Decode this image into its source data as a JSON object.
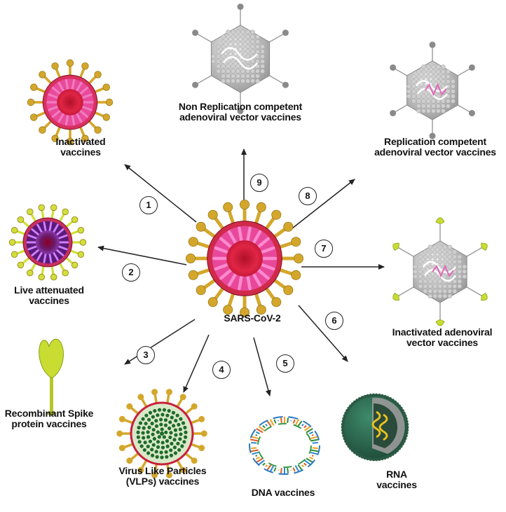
{
  "center_label": "SARS-CoV-2",
  "vaccines": [
    {
      "num": "1",
      "lines": [
        "Inactivated",
        "vaccines"
      ]
    },
    {
      "num": "2",
      "lines": [
        "Live attenuated",
        "vaccines"
      ]
    },
    {
      "num": "3",
      "lines": [
        "Recombinant Spike",
        "protein vaccines"
      ]
    },
    {
      "num": "4",
      "lines": [
        "Virus Like Particles",
        "(VLPs) vaccines"
      ]
    },
    {
      "num": "5",
      "lines": [
        "DNA vaccines"
      ]
    },
    {
      "num": "6",
      "lines": [
        "RNA",
        "vaccines"
      ]
    },
    {
      "num": "7",
      "lines": [
        "Inactivated adenoviral",
        "vector vaccines"
      ]
    },
    {
      "num": "8",
      "lines": [
        "Replication competent",
        "adenoviral vector vaccines"
      ]
    },
    {
      "num": "9",
      "lines": [
        "Non Replication competent",
        "adenoviral vector vaccines"
      ]
    }
  ],
  "colors": {
    "spike": "#d4a72c",
    "virus_core": "#cc1f3c",
    "virus_inner": "#e0378a",
    "vector_spike": "#c8dc32",
    "capsid": "#b8b8b8",
    "membrane": "#2e6b50"
  }
}
